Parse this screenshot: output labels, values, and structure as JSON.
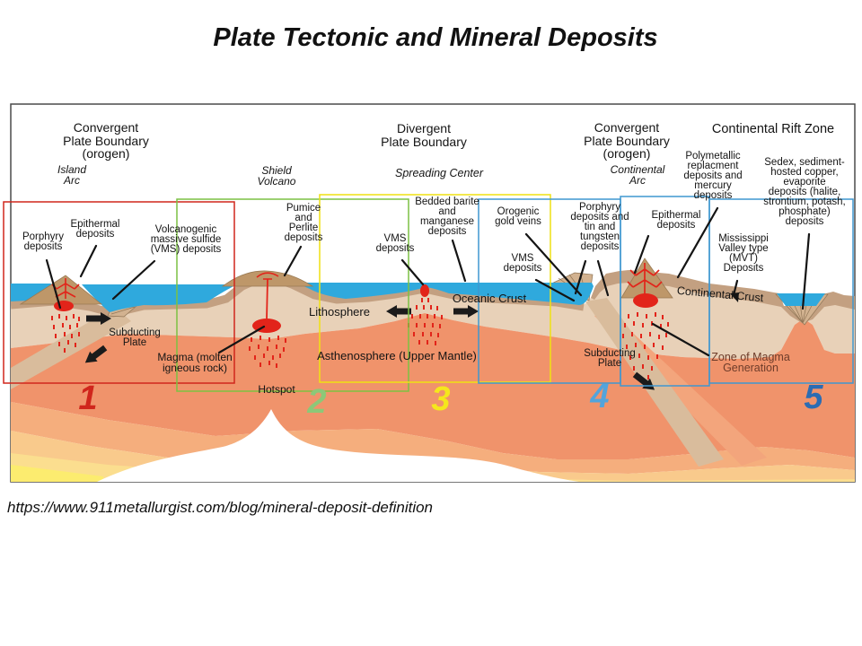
{
  "page": {
    "title": "Plate Tectonic and Mineral Deposits",
    "source_url": "https://www.911metallurgist.com/blog/mineral-deposit-definition"
  },
  "headers": {
    "convergent_left": {
      "lines": [
        "Convergent",
        "Plate Boundary",
        "(orogen)"
      ]
    },
    "island_arc": {
      "lines": [
        "Island",
        "Arc"
      ]
    },
    "shield_volcano": {
      "lines": [
        "Shield",
        "Volcano"
      ]
    },
    "divergent": {
      "lines": [
        "Divergent",
        "Plate Boundary"
      ]
    },
    "spreading_center": {
      "lines": [
        "Spreading Center"
      ]
    },
    "convergent_right": {
      "lines": [
        "Convergent",
        "Plate Boundary",
        "(orogen)"
      ]
    },
    "continental_arc": {
      "lines": [
        "Continental",
        "Arc"
      ]
    },
    "rift_zone": {
      "lines": [
        "Continental Rift Zone"
      ]
    }
  },
  "deposits": {
    "porphyry_left": {
      "lines": [
        "Porphyry",
        "deposits"
      ]
    },
    "epithermal_left": {
      "lines": [
        "Epithermal",
        "deposits"
      ]
    },
    "vms_left": {
      "lines": [
        "Volcanogenic",
        "massive sulfide",
        "(VMS) deposits"
      ]
    },
    "pumice_perlite": {
      "lines": [
        "Pumice",
        "and",
        "Perlite",
        "deposits"
      ]
    },
    "vms_mid": {
      "lines": [
        "VMS",
        "deposits"
      ]
    },
    "bedded_barite": {
      "lines": [
        "Bedded barite",
        "and",
        "manganese",
        "deposits"
      ]
    },
    "orogenic_gold": {
      "lines": [
        "Orogenic",
        "gold veins"
      ]
    },
    "vms_right": {
      "lines": [
        "VMS",
        "deposits"
      ]
    },
    "porphyry_right": {
      "lines": [
        "Porphyry",
        "deposits and",
        "tin and",
        "tungsten",
        "deposits"
      ]
    },
    "epithermal_right": {
      "lines": [
        "Epithermal",
        "deposits"
      ]
    },
    "polymetallic": {
      "lines": [
        "Polymetallic",
        "replacment",
        "deposits and",
        "mercury",
        "deposits"
      ]
    },
    "sedex": {
      "lines": [
        "Sedex, sediment-",
        "hosted copper,",
        "evaporite",
        "deposits (halite,",
        "strontium, potash,",
        "phosphate)",
        "deposits"
      ]
    },
    "mvt": {
      "lines": [
        "Mississippi",
        "Valley type",
        "(MVT)",
        "Deposits"
      ]
    }
  },
  "features": {
    "subducting_left": {
      "lines": [
        "Subducting",
        "Plate"
      ]
    },
    "magma_molten": {
      "lines": [
        "Magma (molten",
        "igneous rock)"
      ]
    },
    "hotspot": {
      "lines": [
        "Hotspot"
      ]
    },
    "lithosphere": {
      "lines": [
        "Lithosphere"
      ]
    },
    "oceanic_crust": {
      "lines": [
        "Oceanic Crust"
      ]
    },
    "asthenosphere": {
      "lines": [
        "Asthenosphere (Upper Mantle)"
      ]
    },
    "continental_crust": {
      "lines": [
        "Continental Crust"
      ]
    },
    "subducting_right": {
      "lines": [
        "Subducting",
        "Plate"
      ]
    },
    "zone_of_magma": {
      "lines": [
        "Zone of Magma",
        "Generation"
      ]
    }
  },
  "zones": [
    {
      "number": "1",
      "box_color": "#d0261c",
      "number_color": "#d0261c"
    },
    {
      "number": "2",
      "box_color": "#7cc143",
      "number_color": "#8cc878"
    },
    {
      "number": "3",
      "box_color": "#efe112",
      "number_color": "#f5e71c"
    },
    {
      "number": "4",
      "box_color": "#3f97d0",
      "number_color": "#52a4dc"
    },
    {
      "number": "5",
      "box_color": "#3f97d0",
      "number_color": "#2b6cb3"
    }
  ],
  "palette": {
    "water": "#2fa9dd",
    "crust": "#c3a081",
    "lithosphere": "#e8d1b8",
    "slab": "#d9bc9c",
    "asthenosphere": "#f0936b",
    "magma_red": "#e2241a",
    "band_orange": "#f5ae7d",
    "band_amber": "#f9ca8c",
    "band_yellow": "#fbde8f",
    "bright_yellow": "#fcec6f",
    "volcano_cone": "#be9769"
  }
}
